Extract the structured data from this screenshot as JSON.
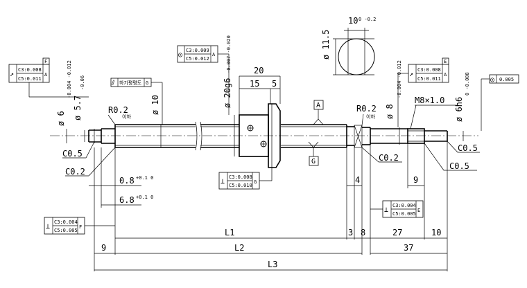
{
  "tolerance_frames": {
    "left_shaft": {
      "symbol": "↗",
      "line1": "C3:0.008",
      "line2": "C5:0.011",
      "datum": "A",
      "flag": "F"
    },
    "nut_concentric": {
      "symbol": "◎",
      "line1": "C3:0.009",
      "line2": "C5:0.012",
      "datum": "A"
    },
    "nut_flange_parallel": {
      "text": "하기평평도",
      "datum": "G"
    },
    "flange_perpendicular": {
      "symbol": "⊥",
      "line1": "C3:0.008",
      "line2": "C5:0.010",
      "datum": "G"
    },
    "right_shaft": {
      "symbol": "↗",
      "line1": "C3:0.008",
      "line2": "C5:0.011",
      "datum": "A",
      "flag": "E"
    },
    "right_end": {
      "symbol": "◎",
      "value": "0.005"
    },
    "bottom_left": {
      "symbol": "⊥",
      "line1": "C3:0.004",
      "line2": "C5:0.005",
      "datum": "F"
    },
    "bottom_right": {
      "symbol": "⊥",
      "line1": "C3:0.004",
      "line2": "C5:0.005",
      "datum": "E"
    }
  },
  "datums": {
    "a": "A",
    "g": "G"
  },
  "dims": {
    "phi6": "ø 6",
    "phi6_tol": "-0.004 -0.012",
    "phi57": "ø 5.7",
    "phi57_tol": "-0.06",
    "r02_left": "R0.2",
    "r02_left_sub": "이하",
    "phi10": "ø 10",
    "phi20": "ø 20g6",
    "phi20_tol": "-0.007 -0.020",
    "w20": "20",
    "w15": "15",
    "w5": "5",
    "phi115": "ø 11.5",
    "w10": "10",
    "w10_tol": "0 -0.2",
    "r02_right": "R0.2",
    "r02_right_sub": "이하",
    "phi8": "ø 8",
    "phi8_tol": "-0.004 -0.012",
    "m8": "M8×1.0",
    "phi6h6": "ø 6h6",
    "phi6h6_tol": "0 -0.008",
    "c05_left": "C0.5",
    "c02_left": "C0.2",
    "d08": "0.8",
    "d08_tol": "+0.1 0",
    "d68": "6.8",
    "d68_tol": "+0.1 0",
    "c02_right": "C0.2",
    "c05_right1": "C0.5",
    "c05_right2": "C0.5",
    "d4": "4",
    "d9_right": "9",
    "d9": "9",
    "l1": "L1",
    "l2": "L2",
    "l3": "L3",
    "d3": "3",
    "d8": "8",
    "d27": "27",
    "d10": "10",
    "d37": "37"
  }
}
